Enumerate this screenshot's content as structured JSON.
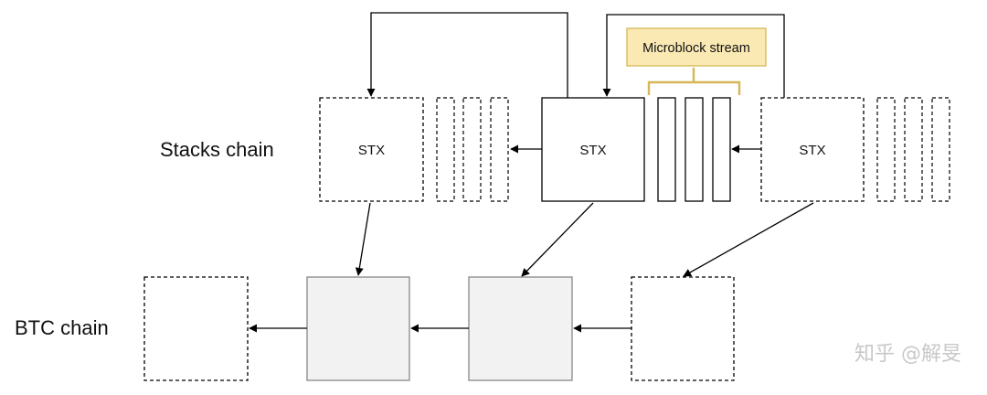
{
  "labels": {
    "stacks_chain": "Stacks chain",
    "btc_chain": "BTC chain",
    "microblock_stream": "Microblock stream"
  },
  "stacks_blocks": [
    {
      "label": "STX",
      "style": "dashed"
    },
    {
      "label": "STX",
      "style": "solid"
    },
    {
      "label": "STX",
      "style": "dashed"
    }
  ],
  "btc_blocks": [
    {
      "style": "dashed",
      "fill": "#ffffff"
    },
    {
      "style": "solid",
      "fill": "#f2f2f2"
    },
    {
      "style": "solid",
      "fill": "#f2f2f2"
    },
    {
      "style": "dashed",
      "fill": "#ffffff"
    }
  ],
  "colors": {
    "callout_fill": "#fbe9b4",
    "callout_border": "#d6b656",
    "stroke": "#000000"
  },
  "watermark": "知乎 @解旻"
}
